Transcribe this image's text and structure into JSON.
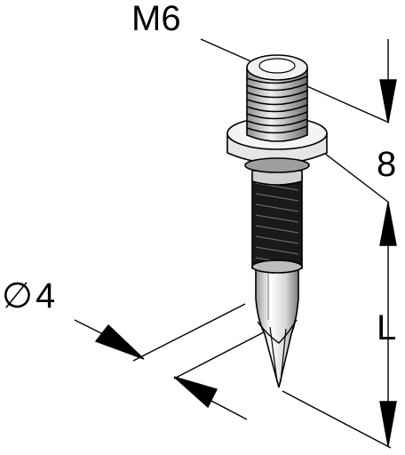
{
  "labels": {
    "thread": "M6",
    "thread_length": "8",
    "length": "L",
    "diameter_symbol": "∅",
    "diameter_value": "4"
  },
  "colors": {
    "line": "#000000",
    "background": "#ffffff",
    "metal_light": "#f4f4f4",
    "metal_mid": "#c8c8c8",
    "metal_dark": "#555555",
    "knurl": "#1a1a1a"
  }
}
